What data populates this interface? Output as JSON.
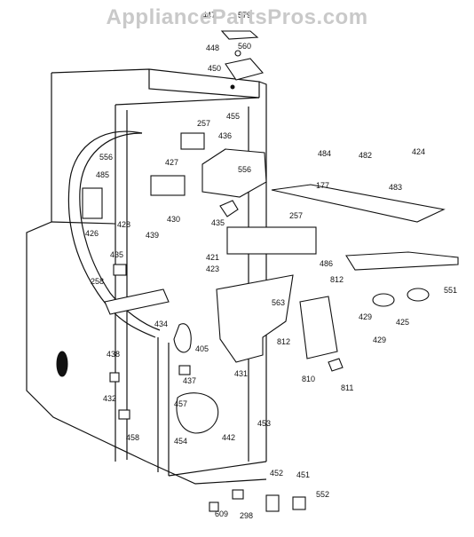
{
  "watermark": "AppliancePartsPros.com",
  "labels": [
    "447",
    "579",
    "448",
    "560",
    "450",
    "455",
    "257",
    "436",
    "556",
    "427",
    "556",
    "485",
    "426",
    "428",
    "430",
    "439",
    "435",
    "257",
    "484",
    "482",
    "424",
    "177",
    "483",
    "421",
    "486",
    "551",
    "435",
    "423",
    "258",
    "812",
    "563",
    "429",
    "425",
    "434",
    "405",
    "812",
    "429",
    "438",
    "437",
    "431",
    "810",
    "811",
    "432",
    "457",
    "442",
    "453",
    "458",
    "454",
    "452",
    "451",
    "552",
    "609",
    "298"
  ]
}
